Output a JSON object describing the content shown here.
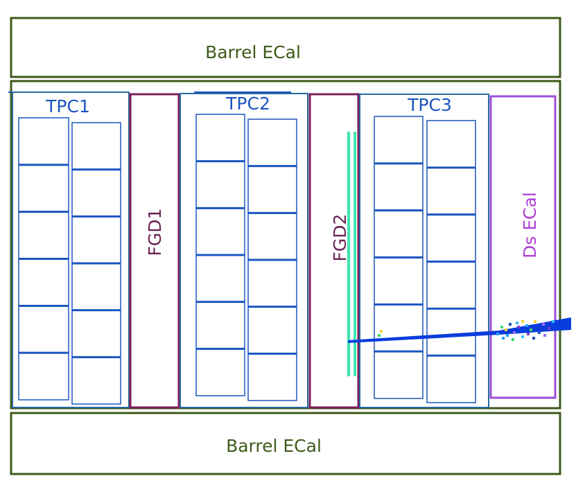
{
  "labels": {
    "barrel_top": "Barrel ECal",
    "barrel_bottom": "Barrel ECal",
    "tpc1": "TPC1",
    "tpc2": "TPC2",
    "tpc3": "TPC3",
    "fgd1": "FGD1",
    "fgd2": "FGD2",
    "ds_ecal": "Ds ECal"
  },
  "colors": {
    "ecal_frame": "#3d5a18",
    "ecal_text": "#3d5a18",
    "tpc_frame": "#2a6aa0",
    "tpc_cell": "#1a55c0",
    "tpc_text": "#1a55c0",
    "fgd_frame": "#7a1f5a",
    "fgd_text": "#6a1f55",
    "ds_frame": "#9b4fd8",
    "ds_text": "#b03fd8",
    "fgd2_hits": "#3ee6b0",
    "track": "#0a3ddc"
  }
}
